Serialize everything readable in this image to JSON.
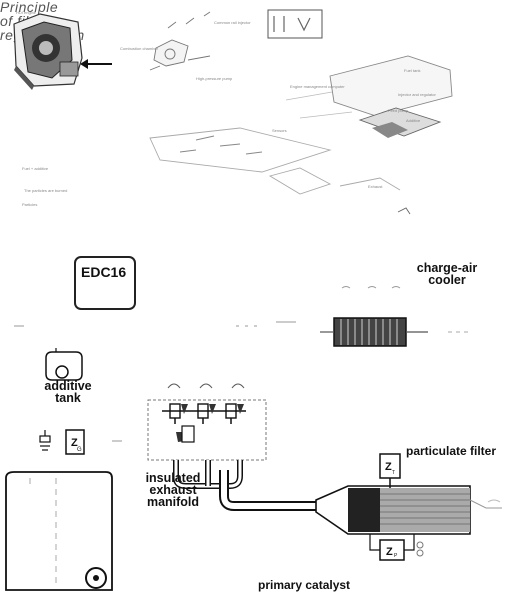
{
  "title": {
    "line1": "Principle",
    "line2": "of filter",
    "line3": "regeneration"
  },
  "labels": {
    "edc": "EDC16",
    "charge_air_cooler_line1": "charge-air",
    "charge_air_cooler_line2": "cooler",
    "additive_tank_line1": "additive",
    "additive_tank_line2": "tank",
    "exhaust_manifold_line1": "insulated",
    "exhaust_manifold_line2": "exhaust",
    "exhaust_manifold_line3": "manifold",
    "particulate_filter": "particulate filter",
    "primary_catalyst": "primary catalyst"
  },
  "colors": {
    "ink": "#111111",
    "title": "#555555",
    "faint": "#999999"
  }
}
